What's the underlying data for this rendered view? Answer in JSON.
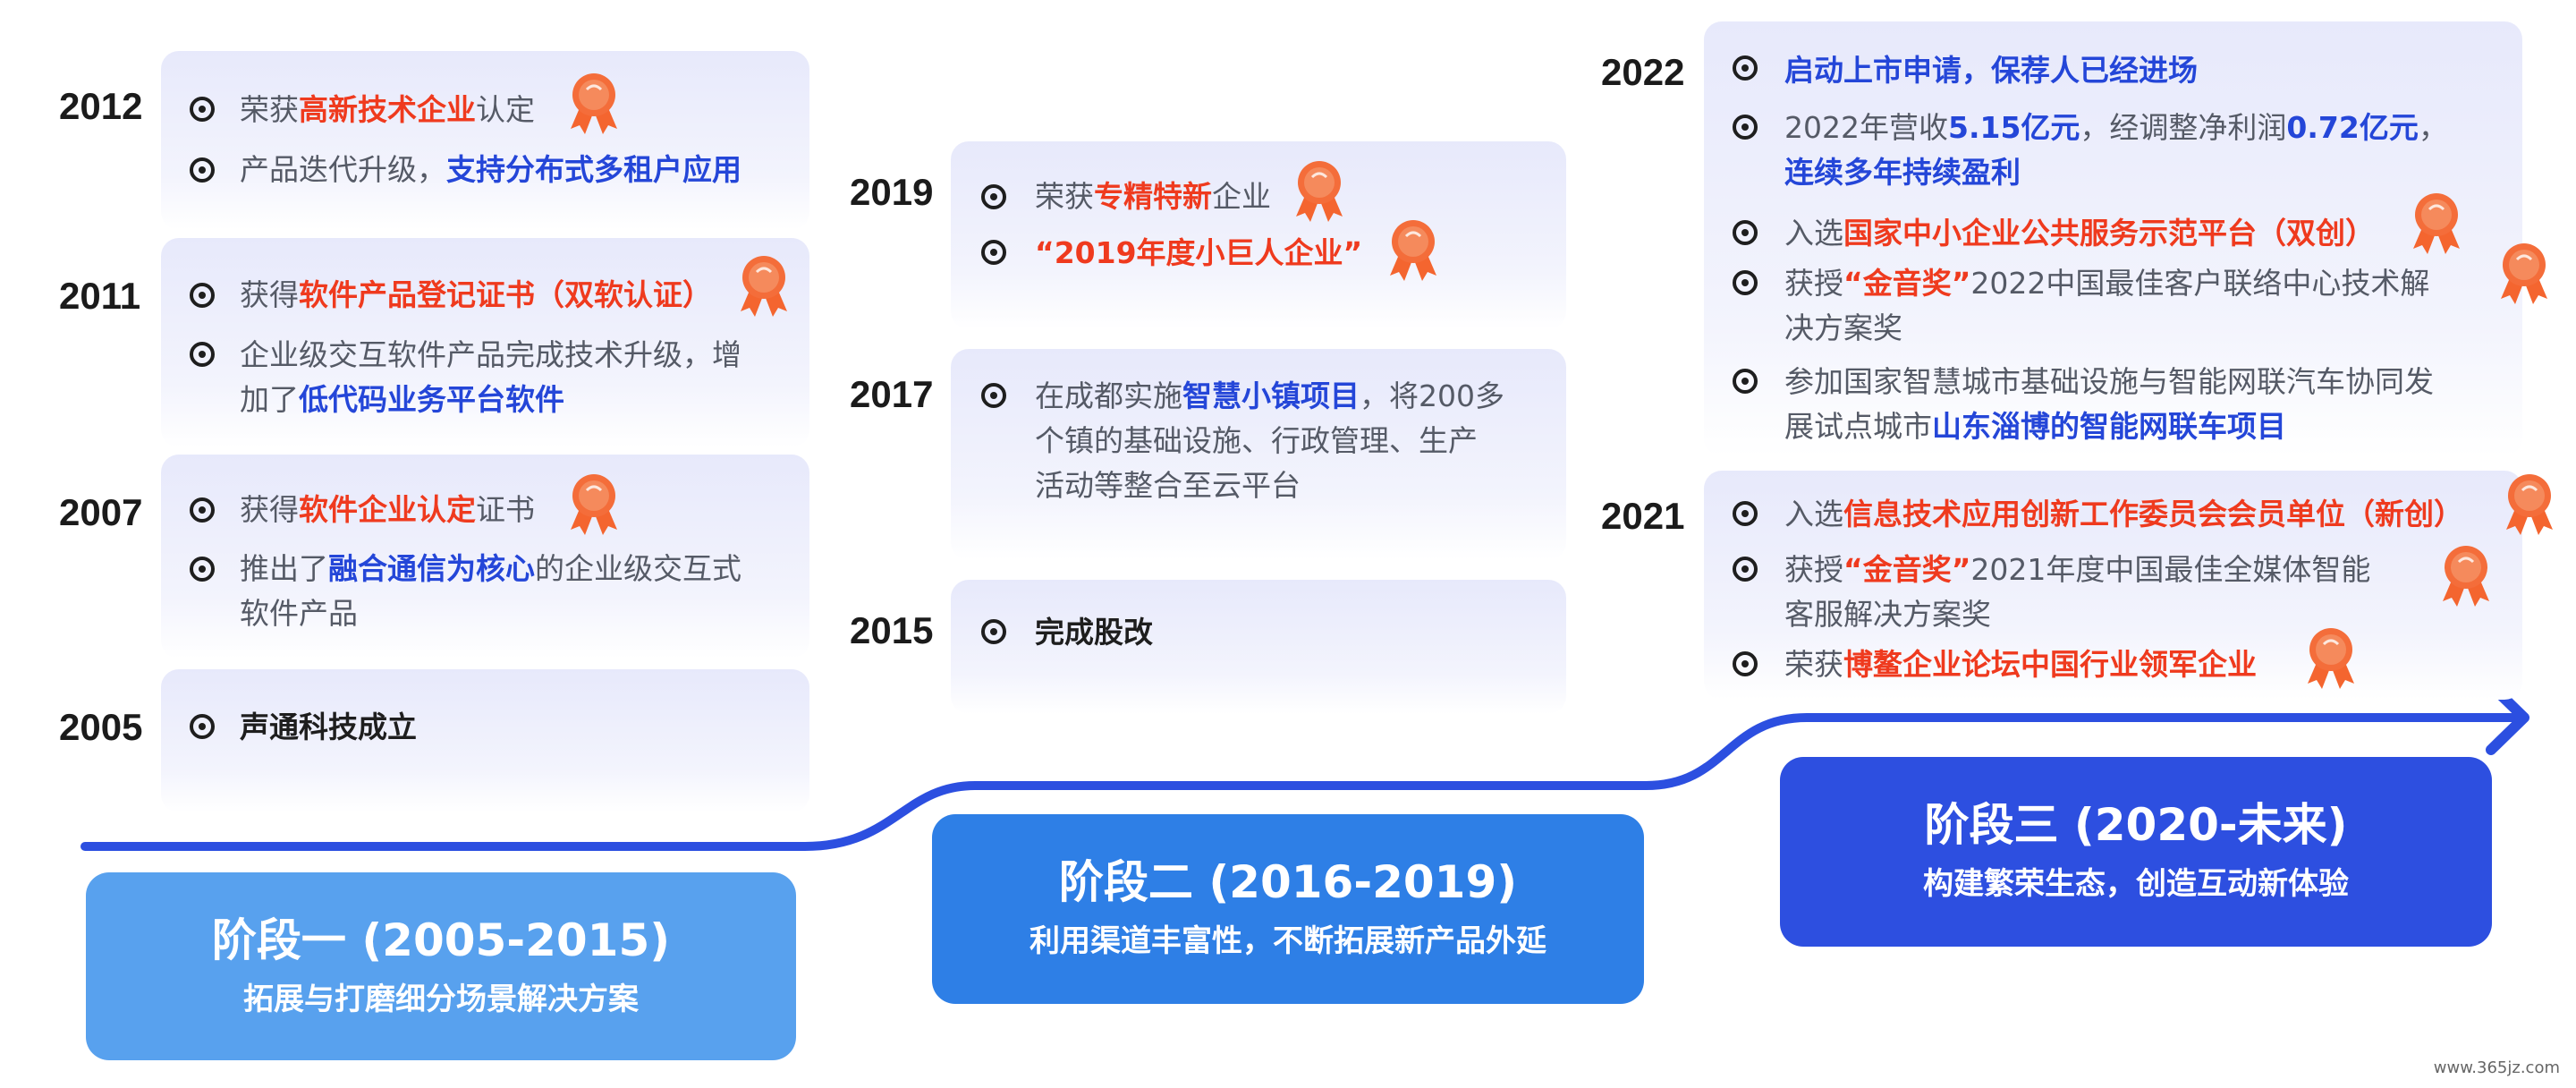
{
  "stages": [
    {
      "title": "阶段一 (2005-2015)",
      "subtitle": "拓展与打磨细分场景解决方案",
      "color": "#58a1ee"
    },
    {
      "title": "阶段二 (2016-2019)",
      "subtitle": "利用渠道丰富性，不断拓展新产品外延",
      "color": "#2e7fe6"
    },
    {
      "title": "阶段三 (2020-未来)",
      "subtitle": "构建繁荣生态，创造互动新体验",
      "color": "#2d4fe0"
    }
  ],
  "stage1": {
    "y2012": {
      "year": "2012",
      "item1": {
        "t1": "荣获",
        "t2": "高新技术企业",
        "t3": "认定"
      },
      "item2": {
        "t1": "产品迭代升级，",
        "t2": "支持分布式多租户应用"
      }
    },
    "y2011": {
      "year": "2011",
      "item1": {
        "t1": "获得",
        "t2": "软件产品登记证书（双软认证）"
      },
      "item2": {
        "l1": "企业级交互软件产品完成技术升级，增",
        "l2a": "加了",
        "l2b": "低代码业务平台软件"
      }
    },
    "y2007": {
      "year": "2007",
      "item1": {
        "t1": "获得",
        "t2": "软件企业认定",
        "t3": "证书"
      },
      "item2": {
        "l1a": "推出了",
        "l1b": "融合通信为核心",
        "l1c": "的企业级交互式",
        "l2": "软件产品"
      }
    },
    "y2005": {
      "year": "2005",
      "item1": "声通科技成立"
    }
  },
  "stage2": {
    "y2019": {
      "year": "2019",
      "item1": {
        "t1": "荣获",
        "t2": "专精特新",
        "t3": "企业"
      },
      "item2": "“2019年度小巨人企业”"
    },
    "y2017": {
      "year": "2017",
      "item1": {
        "l1a": "在成都实施",
        "l1b": "智慧小镇项目",
        "l1c": "，将200多",
        "l2": "个镇的基础设施、行政管理、生产",
        "l3": "活动等整合至云平台"
      }
    },
    "y2015": {
      "year": "2015",
      "item1": "完成股改"
    }
  },
  "stage3": {
    "y2022": {
      "year": "2022",
      "item1": "启动上市申请，保荐人已经进场",
      "item2": {
        "l1a": "2022年营收",
        "l1b": "5.15亿元",
        "l1c": "，经调整净利润",
        "l1d": "0.72亿元",
        "l1e": "，",
        "l2": "连续多年持续盈利"
      },
      "item3": {
        "t1": "入选",
        "t2": "国家中小企业公共服务示范平台（双创）"
      },
      "item4": {
        "l1a": "获授",
        "l1b": "“金音奖”",
        "l1c": "2022中国最佳客户联络中心技术解",
        "l2": "决方案奖"
      },
      "item5": {
        "l1": "参加国家智慧城市基础设施与智能网联汽车协同发",
        "l2a": "展试点城市",
        "l2b": "山东淄博的智能网联车项目"
      }
    },
    "y2021": {
      "year": "2021",
      "item1": {
        "t1": "入选",
        "t2": "信息技术应用创新工作委员会会员单位（新创）"
      },
      "item2": {
        "l1a": "获授",
        "l1b": "“金音奖”",
        "l1c": "2021年度中国最佳全媒体智能",
        "l2": "客服解决方案奖"
      },
      "item3": {
        "t1": "荣获",
        "t2": "博鳌企业论坛中国行业领军企业"
      }
    }
  },
  "colors": {
    "highlight_red": "#ef3a1e",
    "highlight_blue": "#2446d8",
    "badge": "#f4652f",
    "timeline": "#2c4fe0"
  },
  "icons": {
    "bullet": "target-bullet-icon",
    "award": "award-ribbon-icon",
    "arrow": "arrow-right-icon"
  },
  "watermark": "www.365jz.com"
}
